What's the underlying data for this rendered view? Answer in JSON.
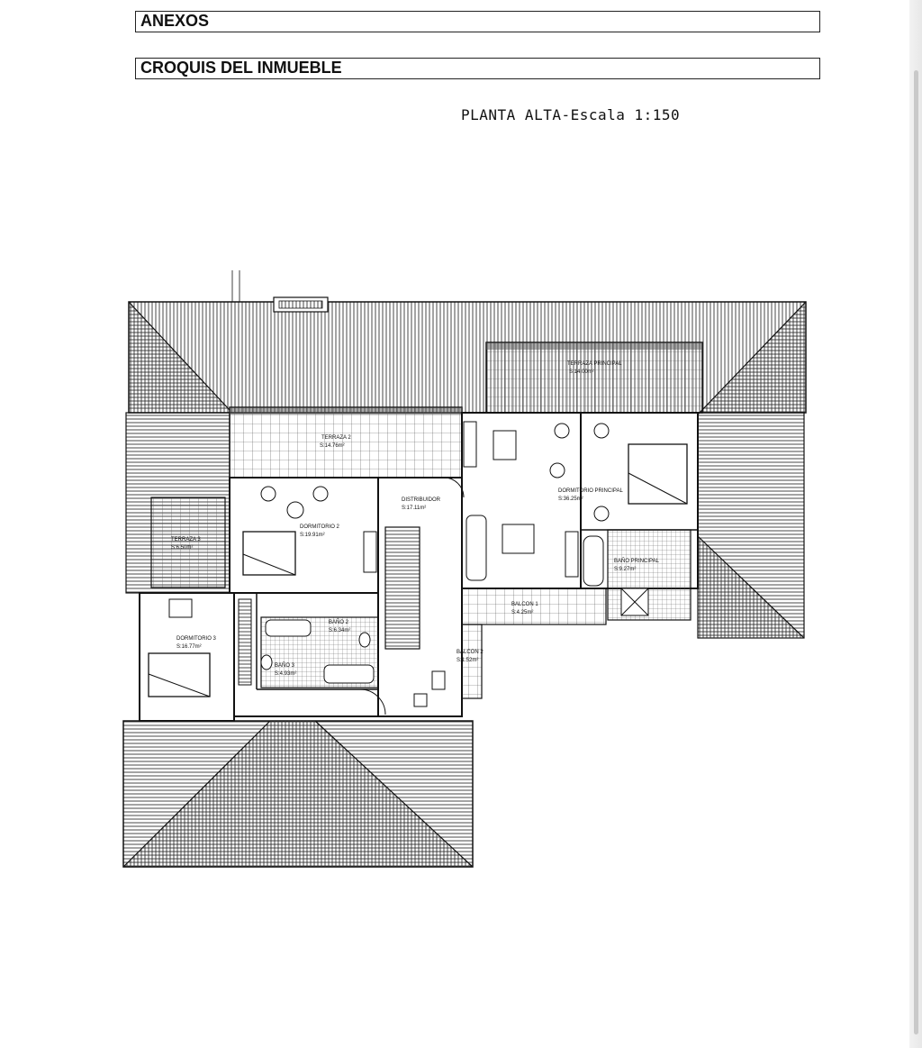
{
  "header": {
    "annexes": "ANEXOS",
    "sketch": "CROQUIS DEL INMUEBLE"
  },
  "plan_title": "PLANTA ALTA-Escala 1:150",
  "rooms": [
    {
      "name": "TERRAZA PRINCIPAL",
      "area": "S:14.00m²"
    },
    {
      "name": "TERRAZA 2",
      "area": "S:14.76m²"
    },
    {
      "name": "DISTRIBUIDOR",
      "area": "S:17.11m²"
    },
    {
      "name": "DORMITORIO PRINCIPAL",
      "area": "S:36.25m²"
    },
    {
      "name": "DORMITORIO 2",
      "area": "S:19.91m²"
    },
    {
      "name": "TERRAZA 3",
      "area": "S:6.50m²"
    },
    {
      "name": "DORMITORIO 3",
      "area": "S:16.77m²"
    },
    {
      "name": "BAÑO 2",
      "area": "S:6.34m²"
    },
    {
      "name": "BAÑO 3",
      "area": "S:4.93m²"
    },
    {
      "name": "BAÑO PRINCIPAL",
      "area": "S:9.27m²"
    },
    {
      "name": "BALCON 1",
      "area": "S:4.25m²"
    },
    {
      "name": "BALCON 2",
      "area": "S:1.52m²"
    }
  ]
}
